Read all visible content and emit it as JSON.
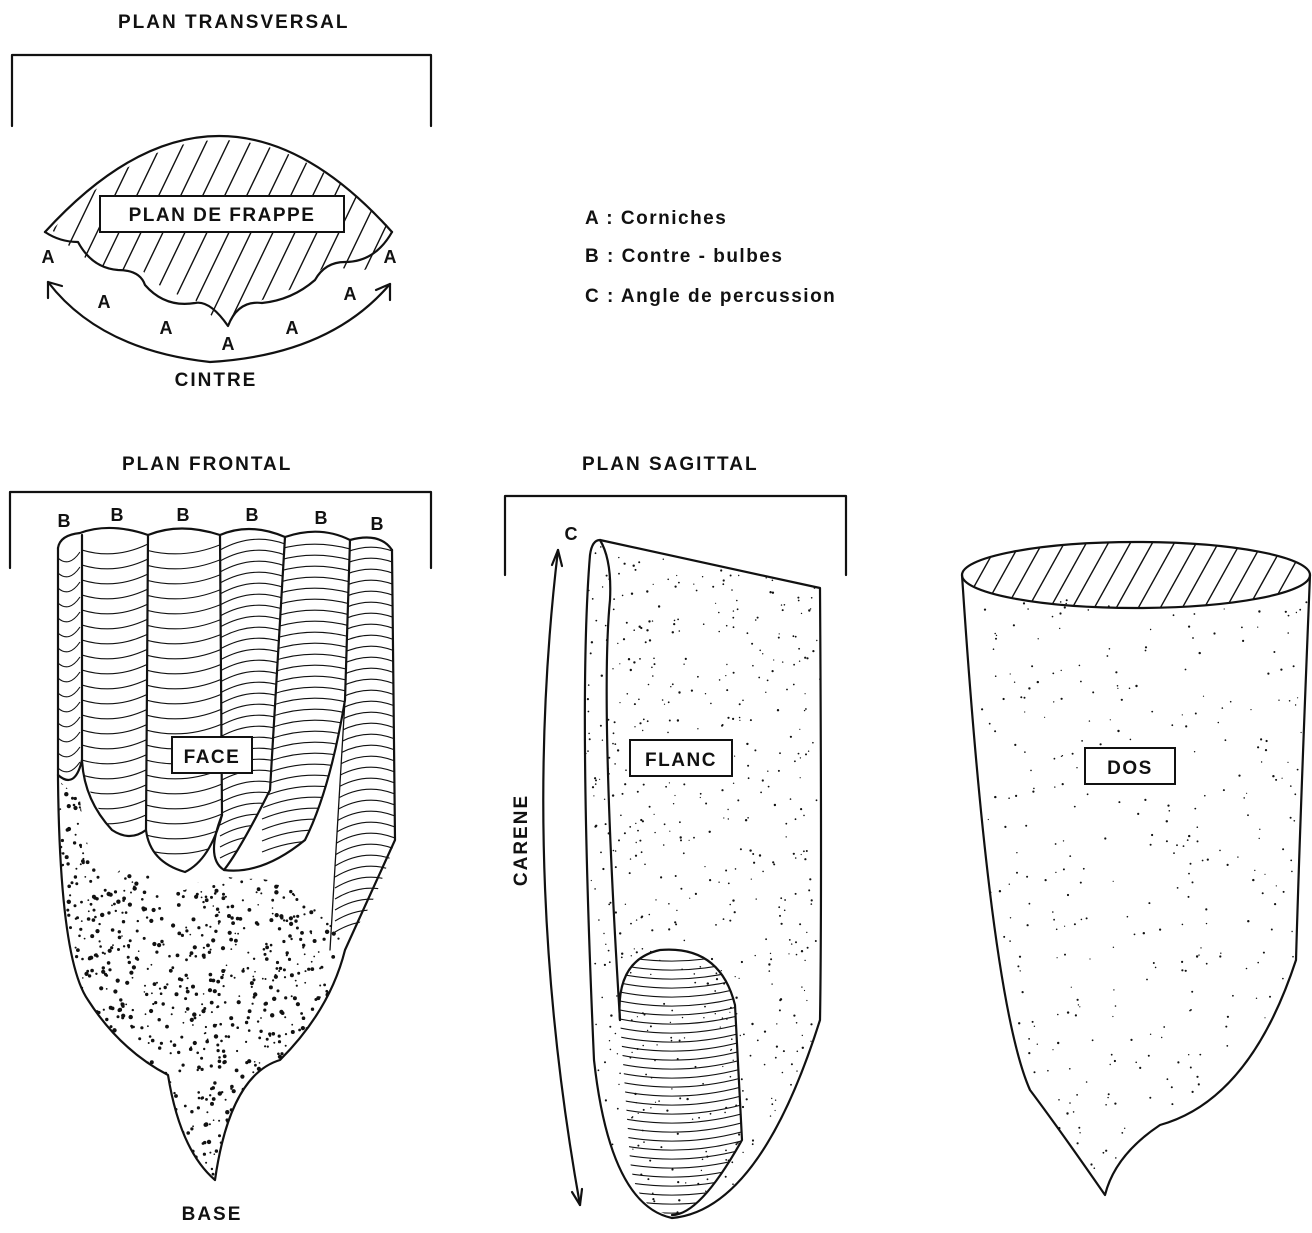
{
  "headings": {
    "transversal": "PLAN TRANSVERSAL",
    "frontal": "PLAN FRONTAL",
    "sagittal": "PLAN SAGITTAL"
  },
  "legend": [
    "A : Corniches",
    "B : Contre - bulbes",
    "C : Angle de percussion"
  ],
  "labels": {
    "plan_de_frappe": "PLAN DE FRAPPE",
    "cintre": "CINTRE",
    "face": "FACE",
    "flanc": "FLANC",
    "dos": "DOS",
    "base": "BASE",
    "carene": "CARENE",
    "corniche_letter": "A",
    "contre_bulbe_letter": "B",
    "angle_letter": "C"
  },
  "colors": {
    "ink": "#111111",
    "background": "#ffffff"
  }
}
